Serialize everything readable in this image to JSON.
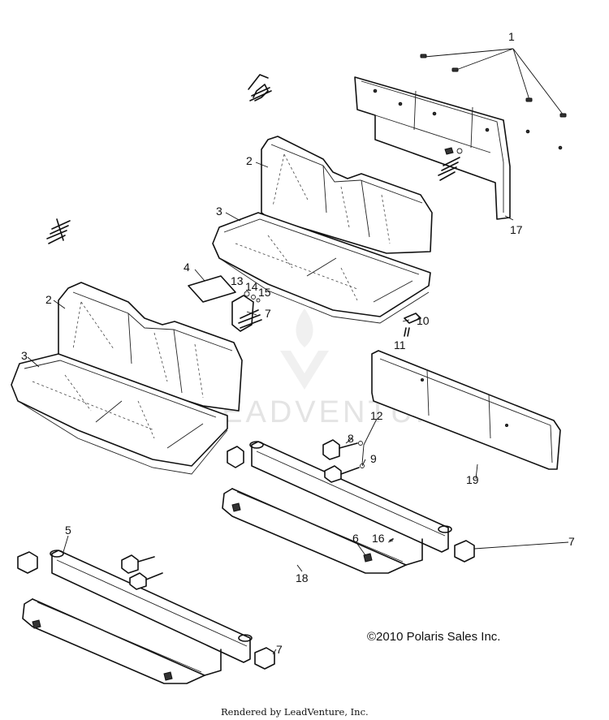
{
  "watermark_text": "LEADVENTURE",
  "copyright": "©2010 Polaris Sales Inc.",
  "rendered_by": "Rendered by LeadVenture, Inc.",
  "callouts": {
    "c1": "1",
    "c2a": "2",
    "c2b": "2",
    "c3a": "3",
    "c3b": "3",
    "c4": "4",
    "c5": "5",
    "c6": "6",
    "c7a": "7",
    "c7b": "7",
    "c7c": "7",
    "c8": "8",
    "c9": "9",
    "c10": "10",
    "c11": "11",
    "c12": "12",
    "c13": "13",
    "c14": "14",
    "c15": "15",
    "c16": "16",
    "c17": "17",
    "c18": "18",
    "c19": "19"
  }
}
